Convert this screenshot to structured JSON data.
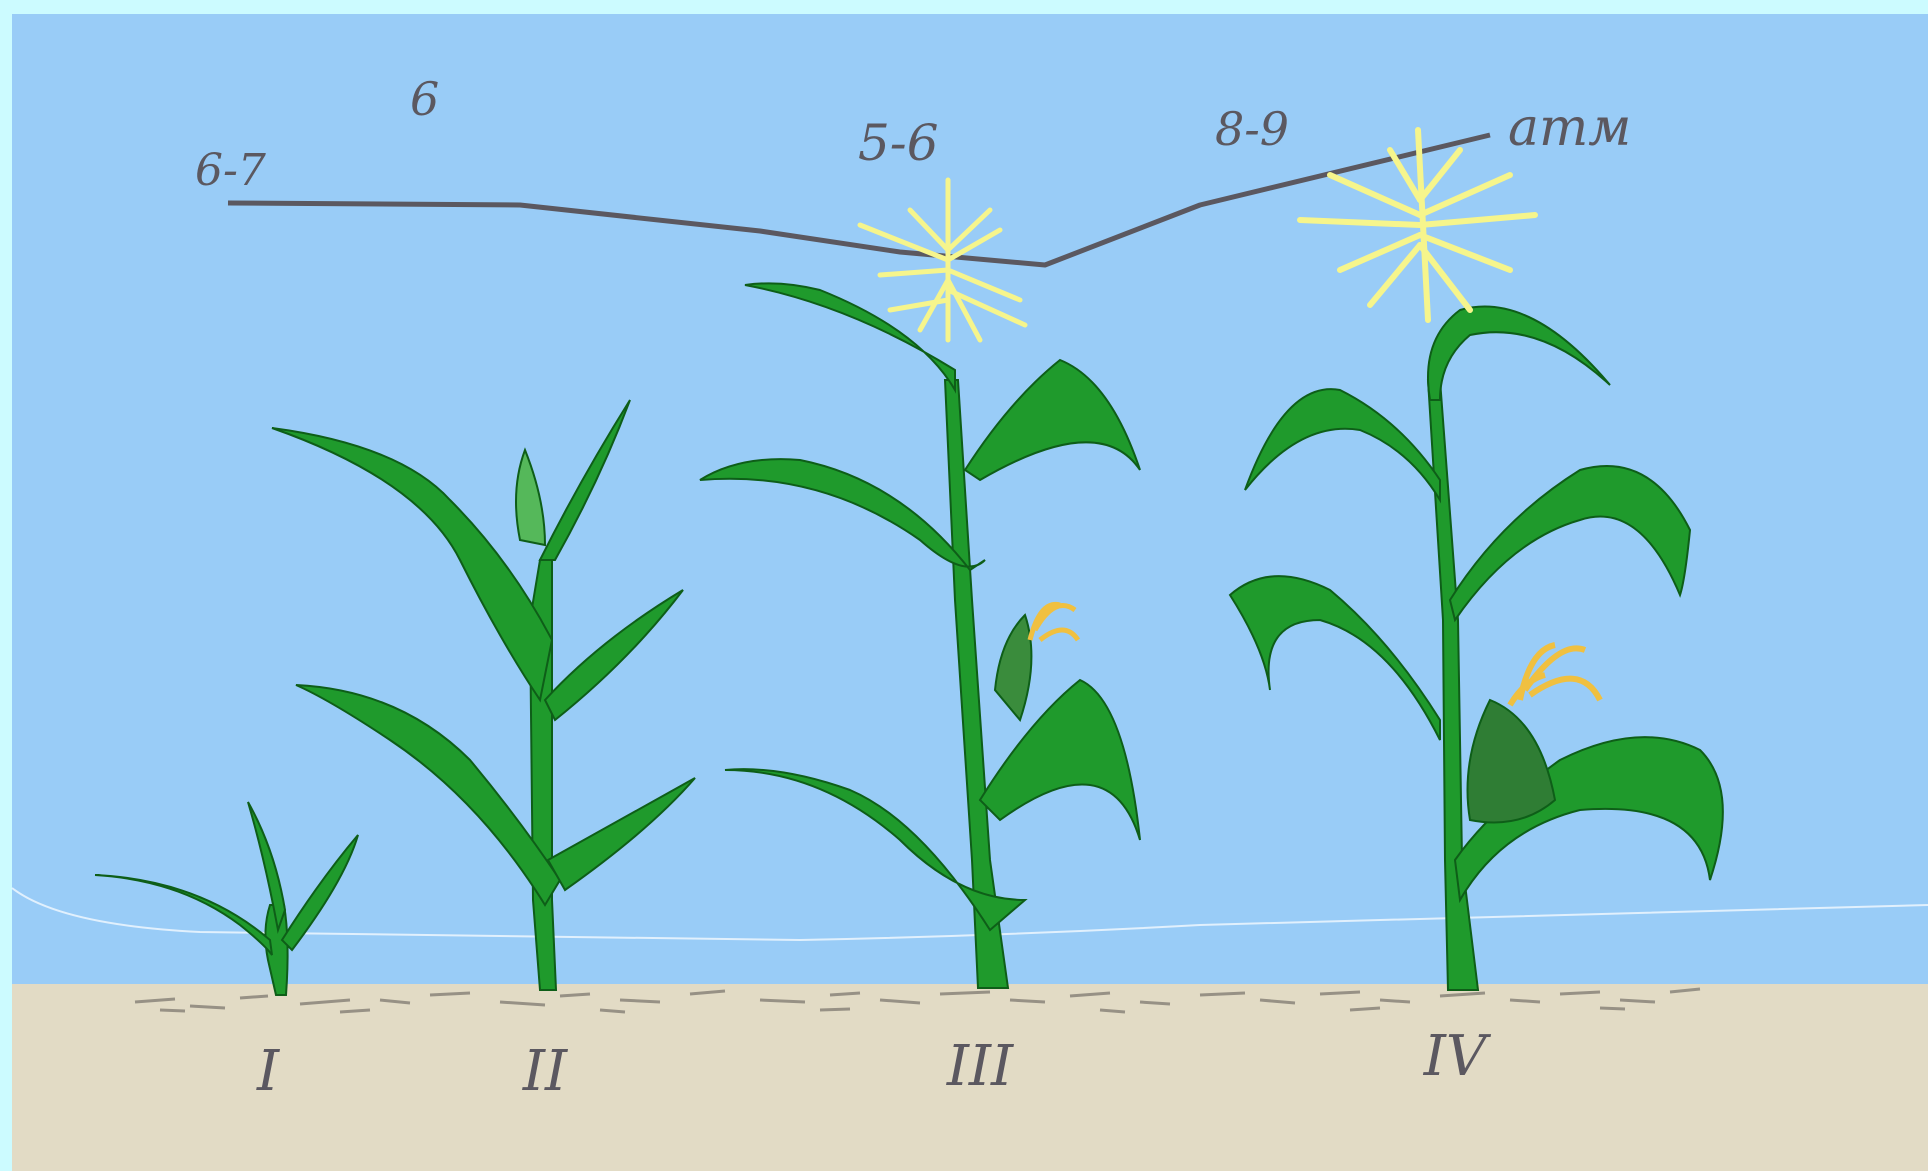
{
  "pressure": {
    "labels": [
      "6-7",
      "6",
      "5-6",
      "8-9",
      "атм"
    ]
  },
  "stages": {
    "labels": [
      "I",
      "II",
      "III",
      "IV"
    ]
  },
  "colors": {
    "frame": "#ccfbff",
    "sky": "#99ccf7",
    "soil": "#e2dbc5",
    "leaf": "#1f9a2c",
    "leaf_dark": "#0e5e18",
    "tassel": "#f6f58c",
    "silk": "#f0c040",
    "pressure_line": "#5b5860"
  }
}
